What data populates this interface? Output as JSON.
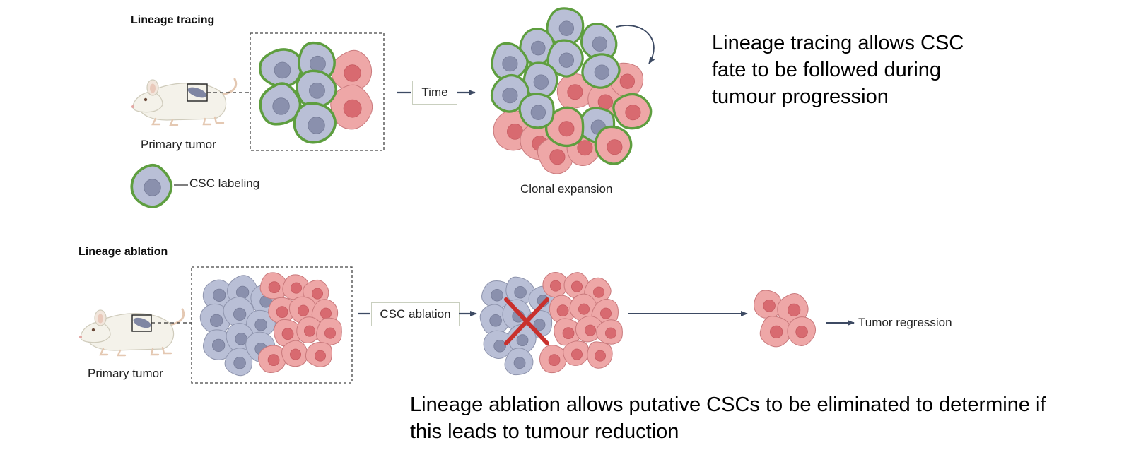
{
  "tracing": {
    "title": "Lineage tracing",
    "primary_label": "Primary tumor",
    "time_label": "Time",
    "legend_label": "CSC labeling",
    "result_label": "Clonal expansion",
    "note_lines": [
      "Lineage tracing allows CSC",
      "fate to be followed during",
      "tumour progression"
    ]
  },
  "ablation": {
    "title": "Lineage ablation",
    "primary_label": "Primary tumor",
    "step_label": "CSC ablation",
    "result_label": "Tumor regression",
    "note_lines": [
      "Lineage ablation allows putative CSCs to be eliminated to determine if",
      "this leads to tumour reduction"
    ]
  },
  "colors": {
    "csc_fill": "#b9bfd6",
    "csc_nucleus": "#8a90ad",
    "label_ring": "#5e9e3f",
    "tumor_fill": "#eea7a7",
    "tumor_nucleus": "#d86a70",
    "ablation_cross": "#c9302c",
    "arrow": "#3d4a63"
  }
}
